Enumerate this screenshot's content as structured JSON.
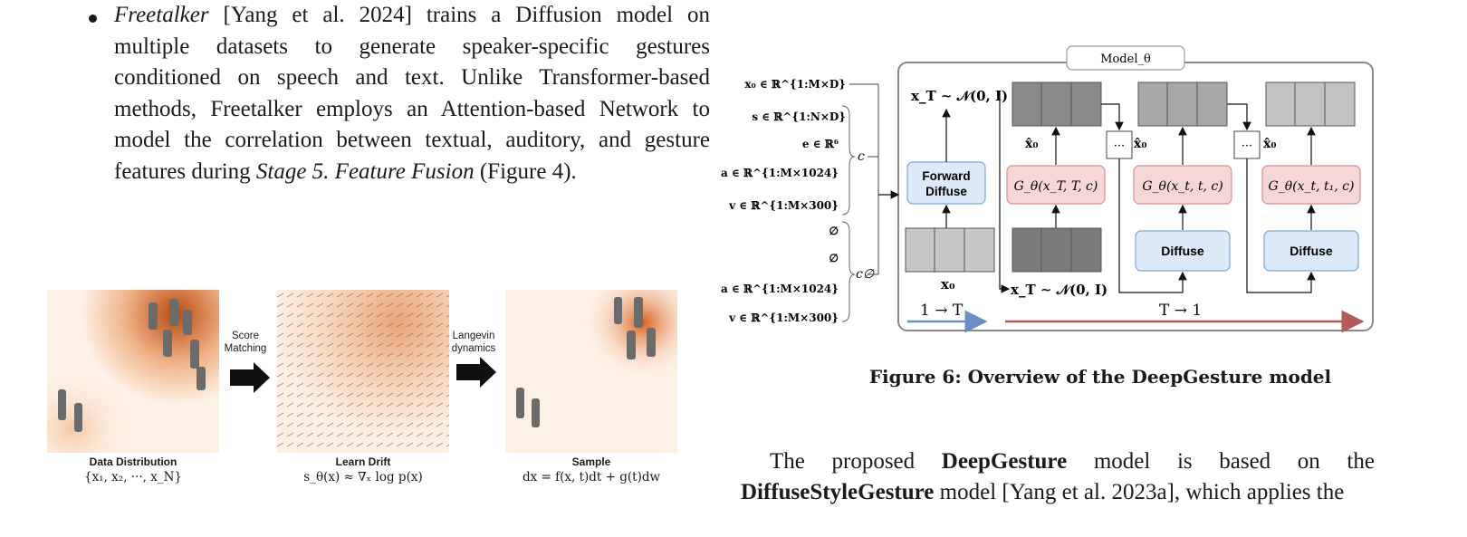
{
  "bullet": {
    "name": "Freetalker",
    "cite": "[Yang et al. 2024]",
    "text1": " trains a Diffusion model on multiple datasets to generate speaker-specific gestures conditioned on speech and text. Unlike Transformer-based methods, Freetalker employs an Attention-based Network to model the correlation between textual, auditory, and gesture features during ",
    "stage": "Stage 5. Feature Fusion",
    "text2": " (Figure 4)."
  },
  "figure5": {
    "label_data": "Data Distribution",
    "formula_data": "{x₁, x₂, ···, x_N}",
    "arrow1_line1": "Score",
    "arrow1_line2": "Matching",
    "label_drift": "Learn Drift",
    "formula_drift": "s_θ(x) ≈ ∇ₓ log p(x)",
    "arrow2_line1": "Langevin",
    "arrow2_line2": "dynamics",
    "label_sample": "Sample",
    "formula_sample": "dx = f(x, t)dt + g(t)dw"
  },
  "figure6": {
    "model_tab": "Model_θ",
    "inputs": [
      "x₀ ∈ ℝ^{1:M×D}",
      "s ∈ ℝ^{1:N×D}",
      "e ∈ ℝ⁶",
      "a ∈ ℝ^{1:M×1024}",
      "v ∈ ℝ^{1:M×300}"
    ],
    "inputs_null": [
      "∅",
      "∅",
      "a ∈ ℝ^{1:M×1024}",
      "v ∈ ℝ^{1:M×300}"
    ],
    "c_label": "c",
    "cnull_label": "c∅",
    "xT_top": "x_T ∼ 𝒩(0, I)",
    "xT_bottom": "x_T ∼ 𝒩(0, I)",
    "forward_line1": "Forward",
    "forward_line2": "Diffuse",
    "x0_label": "x₀",
    "xhat_label": "x̂₀",
    "g1": "G_θ(x_T, T, c)",
    "g2": "G_θ(x_t, t, c)",
    "g3": "G_θ(x_t, t₁, c)",
    "diffuse_label": "Diffuse",
    "ellipsis": "···",
    "range_left": "1 → T",
    "range_right": "T → 1",
    "colors": {
      "blue_box": "#dbe9f8",
      "blue_border": "#7ea6d6",
      "red_box": "#f7d6d6",
      "red_border": "#d68f8f",
      "arrow_blue": "#6a8fc7",
      "arrow_red": "#b35a5a"
    }
  },
  "caption6": "Figure 6: Overview of the DeepGesture model",
  "para": {
    "t1": "The proposed ",
    "b1": "DeepGesture",
    "t2": " model is based on the ",
    "b2": "DiffuseStyleGesture",
    "t3": " model [Yang et al. 2023a], which applies the"
  }
}
